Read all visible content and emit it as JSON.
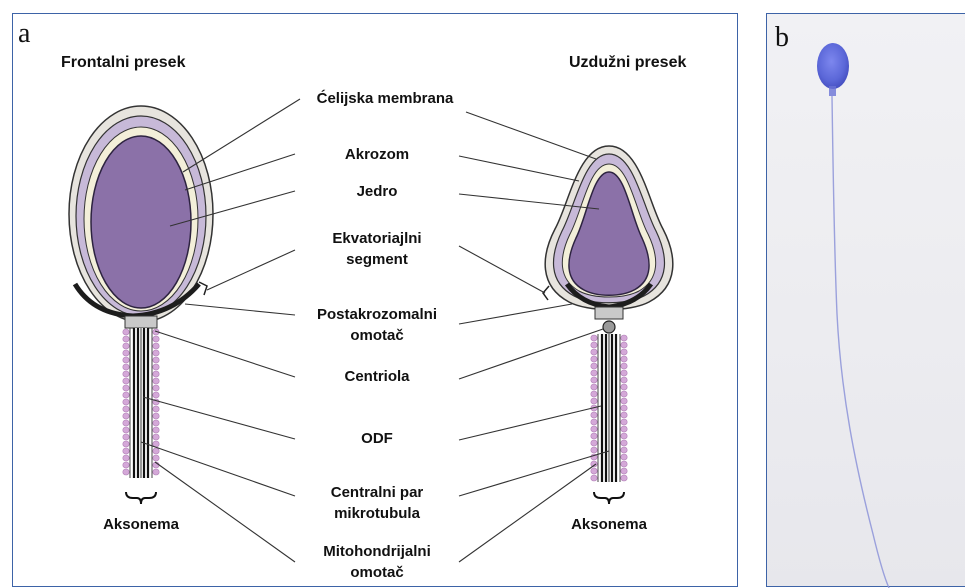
{
  "panel_a": {
    "letter": "a",
    "left_title": "Frontalni presek",
    "right_title": "Uzdužni presek",
    "labels": {
      "cell_membrane": "Ćelijska membrana",
      "acrosome": "Akrozom",
      "nucleus": "Jedro",
      "equatorial_segment": [
        "Ekvatoriajlni",
        "segment"
      ],
      "postacrosomal_sheath": [
        "Postakrozomalni",
        "omotač"
      ],
      "centriole": "Centriola",
      "odf": "ODF",
      "central_pair": [
        "Centralni par",
        "mikrotubula"
      ],
      "mitochondrial_sheath": [
        "Mitohondrijalni",
        "omotač"
      ]
    },
    "left_axoneme_label": "Aksonema",
    "right_axoneme_label": "Aksonema"
  },
  "panel_b": {
    "letter": "b"
  },
  "colors": {
    "nucleus": "#8b71a8",
    "acrosome": "#c7b9d8",
    "membrane_fill": "#f3efd9",
    "frame": "#3d63a7",
    "mitochondria": "#d4a8d8",
    "stained_head": "#5b67d8"
  }
}
